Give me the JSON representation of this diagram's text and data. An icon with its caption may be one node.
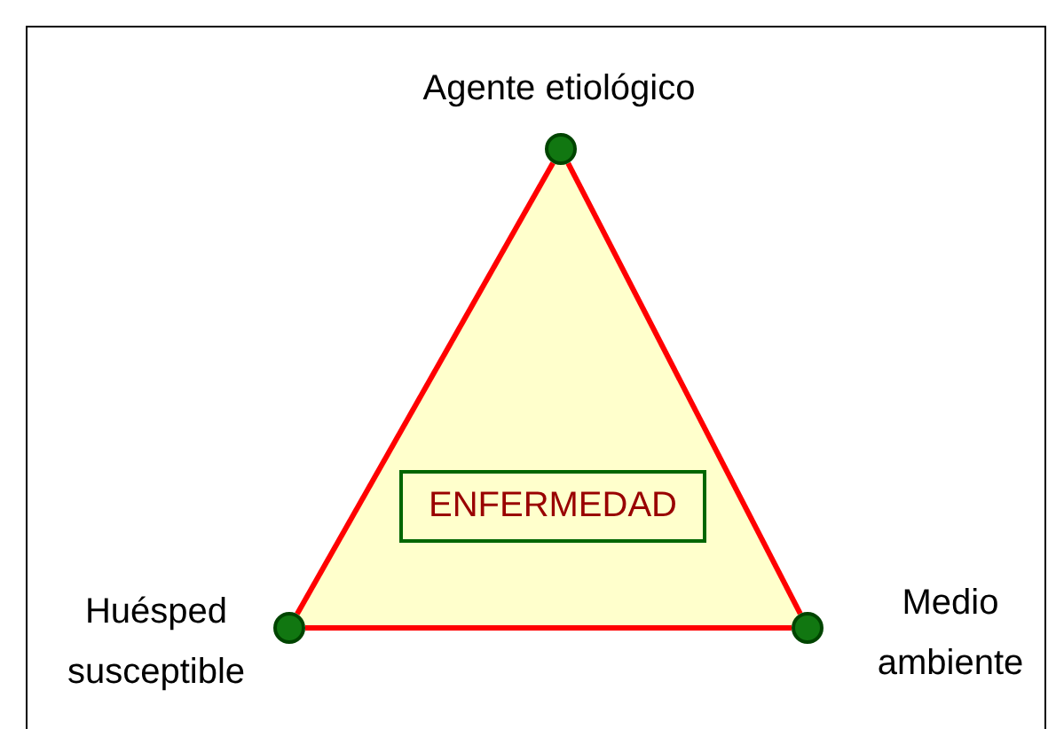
{
  "diagram": {
    "nodes": [
      {
        "text": [],
        "shape": "circle",
        "beside": [
          "Agente etiológico"
        ]
      },
      {
        "text": [],
        "shape": "circle",
        "beside": [
          "Huésped susceptible"
        ]
      },
      {
        "text": [],
        "shape": "circle",
        "beside": [
          "Medio ambiente"
        ]
      },
      {
        "text": [
          "ENFERMEDAD"
        ]
      }
    ],
    "edges": [
      {
        "from": 0,
        "to": 1,
        "arrow": "none"
      },
      {
        "from": 1,
        "to": 2,
        "arrow": "none"
      },
      {
        "from": 2,
        "to": 0,
        "arrow": "none"
      }
    ]
  }
}
